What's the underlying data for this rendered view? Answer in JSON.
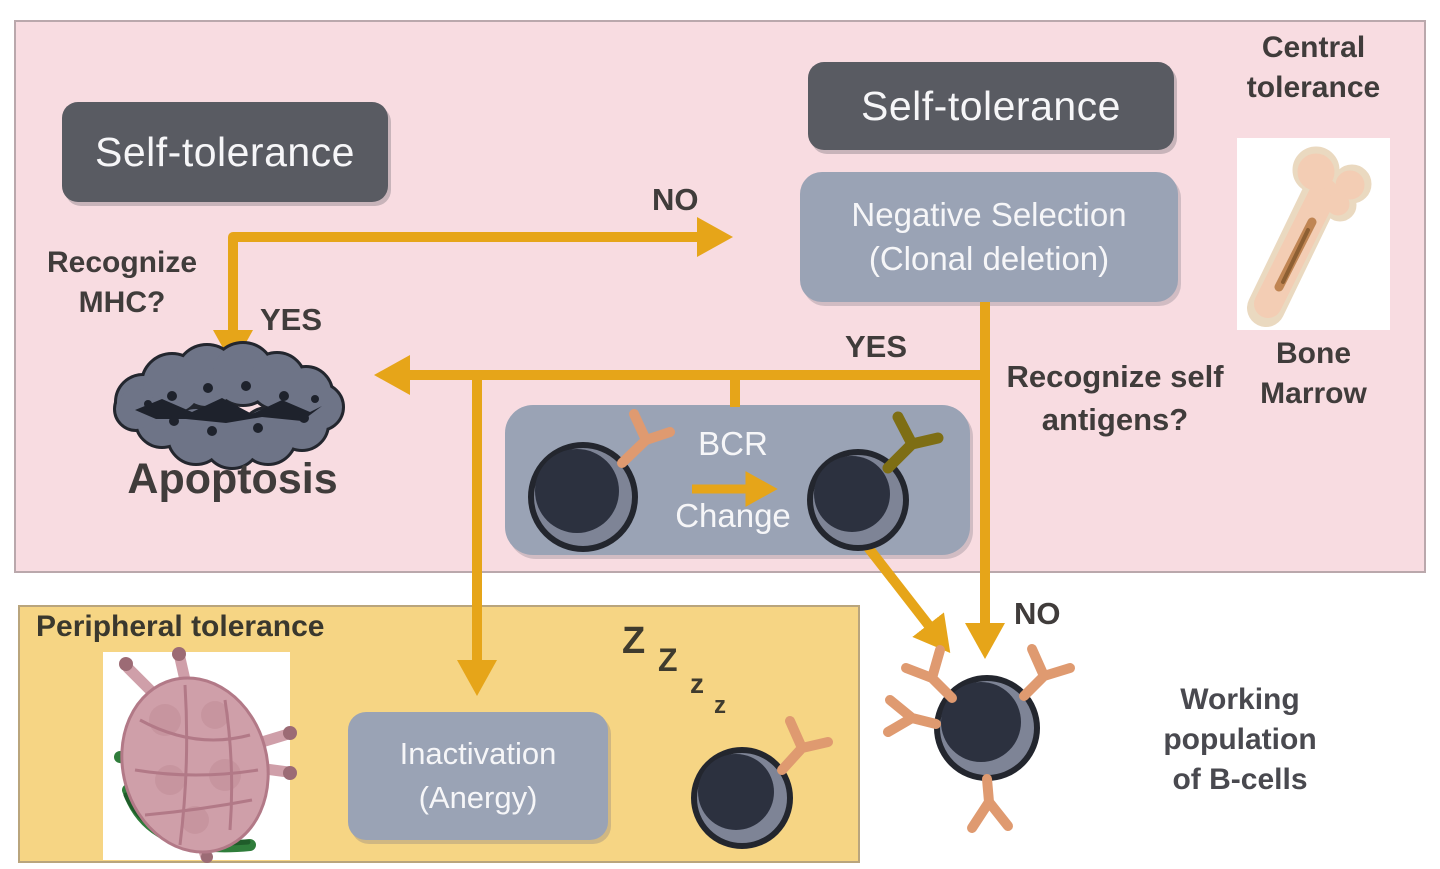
{
  "figure": {
    "central_panel": {
      "self_tolerance_left": "Self-tolerance",
      "self_tolerance_right": "Self-tolerance",
      "negative_selection_line1": "Negative Selection",
      "negative_selection_line2": "(Clonal deletion)",
      "recognize_mhc_line1": "Recognize",
      "recognize_mhc_line2": "MHC?",
      "no_label": "NO",
      "yes_label_left": "YES",
      "yes_label_right": "YES",
      "apoptosis_label": "Apoptosis",
      "recognize_self_line1": "Recognize self",
      "recognize_self_line2": "antigens?",
      "bcr_label": "BCR",
      "change_label": "Change",
      "central_tolerance_line1": "Central",
      "central_tolerance_line2": "tolerance",
      "bone_marrow_line1": "Bone",
      "bone_marrow_line2": "Marrow"
    },
    "peripheral_panel": {
      "title": "Peripheral tolerance",
      "inactivation_line1": "Inactivation",
      "inactivation_line2": "(Anergy)",
      "z_letters": [
        "Z",
        "Z",
        "z",
        "z"
      ]
    },
    "outcome": {
      "no_label": "NO",
      "working_line1": "Working",
      "working_line2": "population",
      "working_line3": "of B-cells"
    },
    "colors": {
      "pink_panel": "#f8dce1",
      "yellow_panel": "#f6d584",
      "dark_box": "#595b62",
      "slate_box": "#9aa3b5",
      "arrow_gold": "#e6a519",
      "text_dark": "#403c3b",
      "box_text": "#f6f6f8",
      "salmon_receptor": "#df9a70",
      "olive_receptor": "#7e6e14",
      "cell_body": "#7e8496",
      "cell_nucleus": "#2c313f",
      "cell_outline": "#23262e",
      "apoptosis_fill": "#6e7487"
    }
  }
}
